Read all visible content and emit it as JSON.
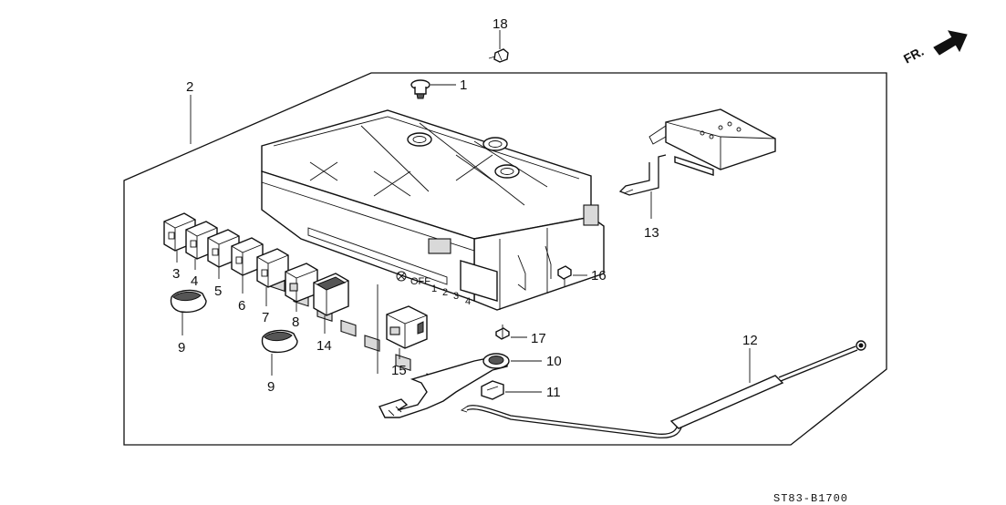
{
  "diagram_code": "ST83-B1700",
  "direction_label": "FR.",
  "panel_labels": {
    "fan_off": "OFF",
    "speed_1": "1",
    "speed_2": "2",
    "speed_3": "3",
    "speed_4": "4"
  },
  "callouts": {
    "c1": "1",
    "c2": "2",
    "c3": "3",
    "c4": "4",
    "c5": "5",
    "c6": "6",
    "c7": "7",
    "c8": "8",
    "c9a": "9",
    "c9b": "9",
    "c10": "10",
    "c11": "11",
    "c12": "12",
    "c13": "13",
    "c14": "14",
    "c15": "15",
    "c16": "16",
    "c17": "17",
    "c18": "18"
  }
}
